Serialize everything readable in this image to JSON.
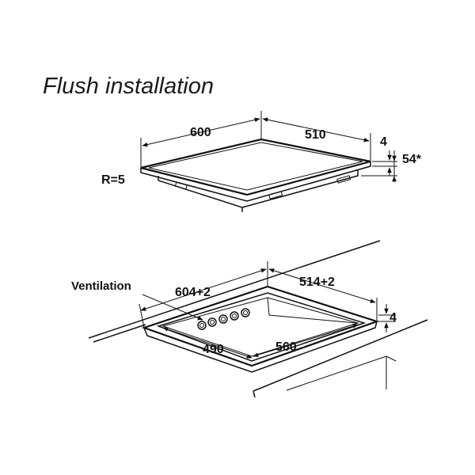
{
  "title": "Flush installation",
  "top_diagram": {
    "dim_width": "600",
    "dim_depth": "510",
    "dim_rim": "4",
    "dim_height": "54*",
    "radius_label": "R=5"
  },
  "bottom_diagram": {
    "ventilation_label": "Ventilation",
    "dim_outer_width": "604+2",
    "dim_outer_depth": "514+2",
    "dim_rim": "4",
    "dim_inner_depth": "490",
    "dim_inner_width": "560"
  }
}
